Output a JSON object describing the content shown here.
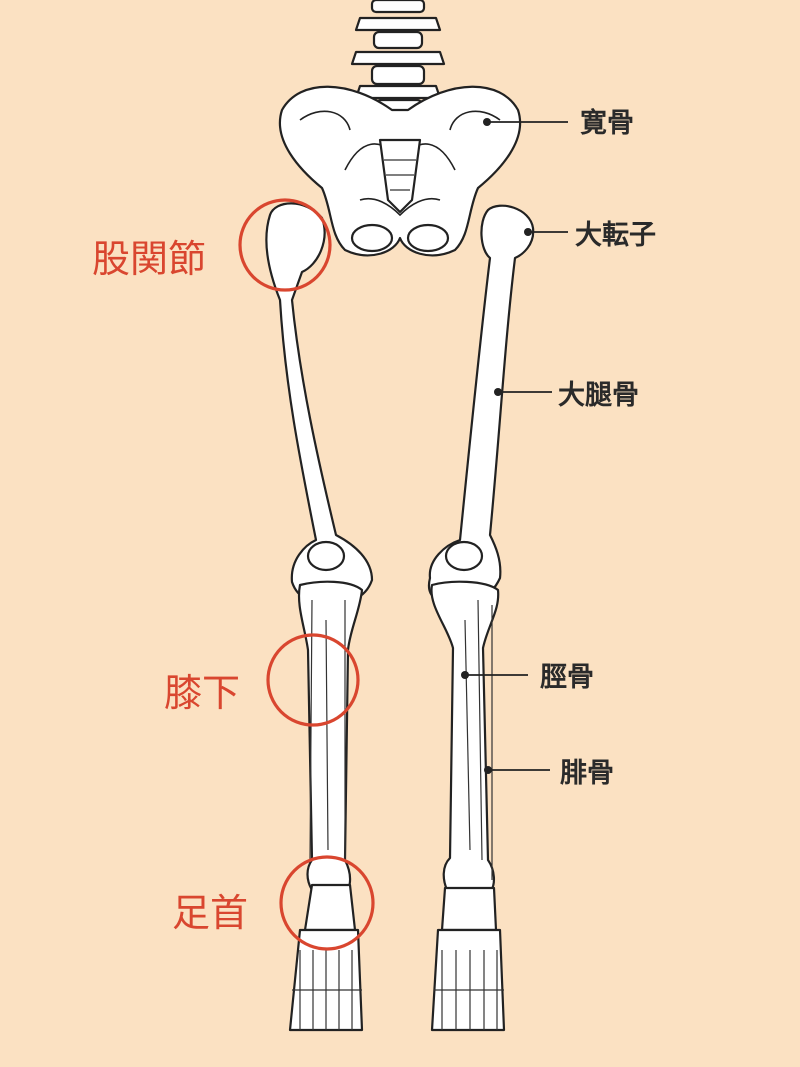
{
  "colors": {
    "background": "#fbe1c2",
    "bone_fill": "#ffffff",
    "outline": "#222222",
    "highlight": "#d9462f"
  },
  "bone_labels": {
    "ilium": "寛骨",
    "greater_trochanter": "大転子",
    "femur": "大腿骨",
    "tibia": "脛骨",
    "fibula": "腓骨"
  },
  "joint_labels": {
    "hip_joint": "股関節",
    "below_knee": "膝下",
    "ankle": "足首"
  }
}
